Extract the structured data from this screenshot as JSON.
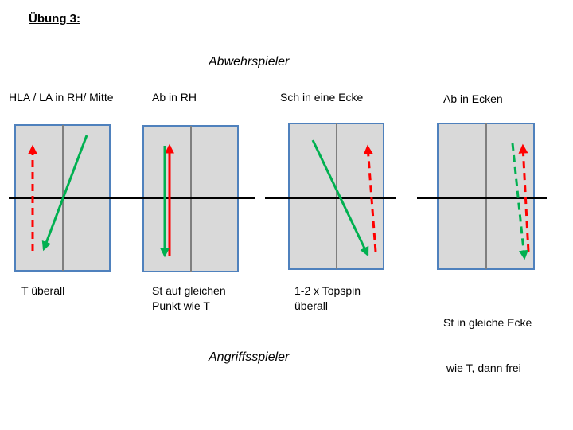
{
  "title": "Übung 3:",
  "top_role": "Abwehrspieler",
  "bottom_role": "Angriffsspieler",
  "colors": {
    "table_fill": "#d9d9d9",
    "table_border": "#4f81bd",
    "center_line": "#7f7f7f",
    "net": "#000000",
    "red": "#ff0000",
    "green": "#00b050"
  },
  "tables": [
    {
      "header": "HLA / LA in RH/ Mitte",
      "footer": [
        "T überall"
      ],
      "arrows": [
        {
          "color": "red",
          "style": "dashed",
          "from": "back-left",
          "to": "front-left"
        },
        {
          "color": "green",
          "style": "solid",
          "from": "front-right",
          "to": "back-left"
        }
      ]
    },
    {
      "header": "Ab in RH",
      "footer": [
        "St auf gleichen",
        "Punkt wie T"
      ],
      "arrows": [
        {
          "color": "red",
          "style": "solid",
          "from": "back-left",
          "to": "front-left"
        },
        {
          "color": "green",
          "style": "solid",
          "from": "front-left",
          "to": "back-left"
        }
      ]
    },
    {
      "header": "Sch in eine Ecke",
      "footer": [
        "1-2 x Topspin",
        "überall"
      ],
      "arrows": [
        {
          "color": "red",
          "style": "dashed",
          "from": "back-right",
          "to": "front-right"
        },
        {
          "color": "green",
          "style": "solid",
          "from": "front-left",
          "to": "back-right"
        }
      ]
    },
    {
      "header": "Ab in Ecken",
      "footer": [
        "St in gleiche Ecke",
        " wie T, dann frei"
      ],
      "arrows": [
        {
          "color": "red",
          "style": "dashed",
          "from": "back-right",
          "to": "front-right"
        },
        {
          "color": "green",
          "style": "dashed",
          "from": "front-right",
          "to": "back-right"
        }
      ]
    }
  ]
}
